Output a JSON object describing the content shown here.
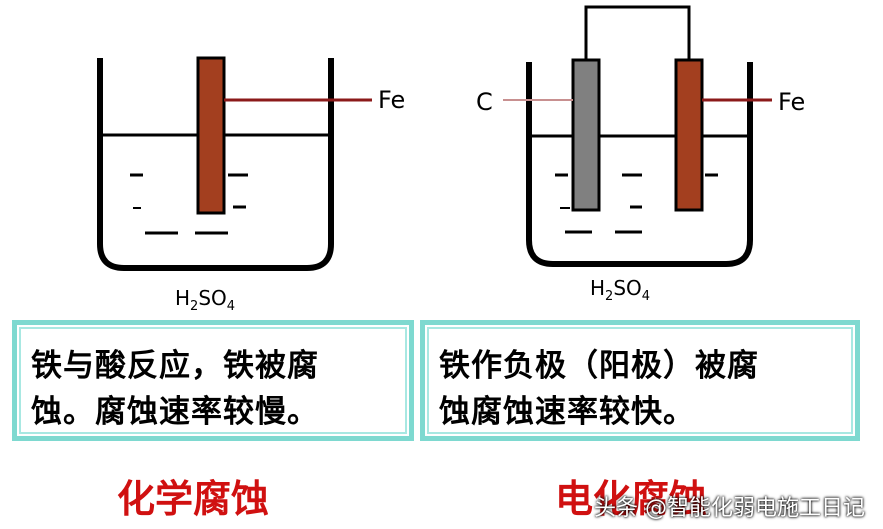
{
  "left_diagram": {
    "electrode_label": "Fe",
    "electrolyte_base": "H",
    "electrolyte_sub1": "2",
    "electrolyte_mid": "SO",
    "electrolyte_sub2": "4",
    "caption_line1": "铁与酸反应，铁被腐",
    "caption_line2": "蚀。腐蚀速率较慢。",
    "title": "化学腐蚀"
  },
  "right_diagram": {
    "carbon_label": "C",
    "electrode_label": "Fe",
    "electrolyte_base": "H",
    "electrolyte_sub1": "2",
    "electrolyte_mid": "SO",
    "electrolyte_sub2": "4",
    "caption_line1": "铁作负极（阳极）被腐",
    "caption_line2": "蚀腐蚀速率较快。",
    "title": "电化腐蚀"
  },
  "watermark": "头条 @智能化弱电施工日记",
  "colors": {
    "iron": "#a33f1f",
    "carbon": "#808080",
    "caption_border": "#7ed9d0",
    "title_red": "#d01010"
  }
}
